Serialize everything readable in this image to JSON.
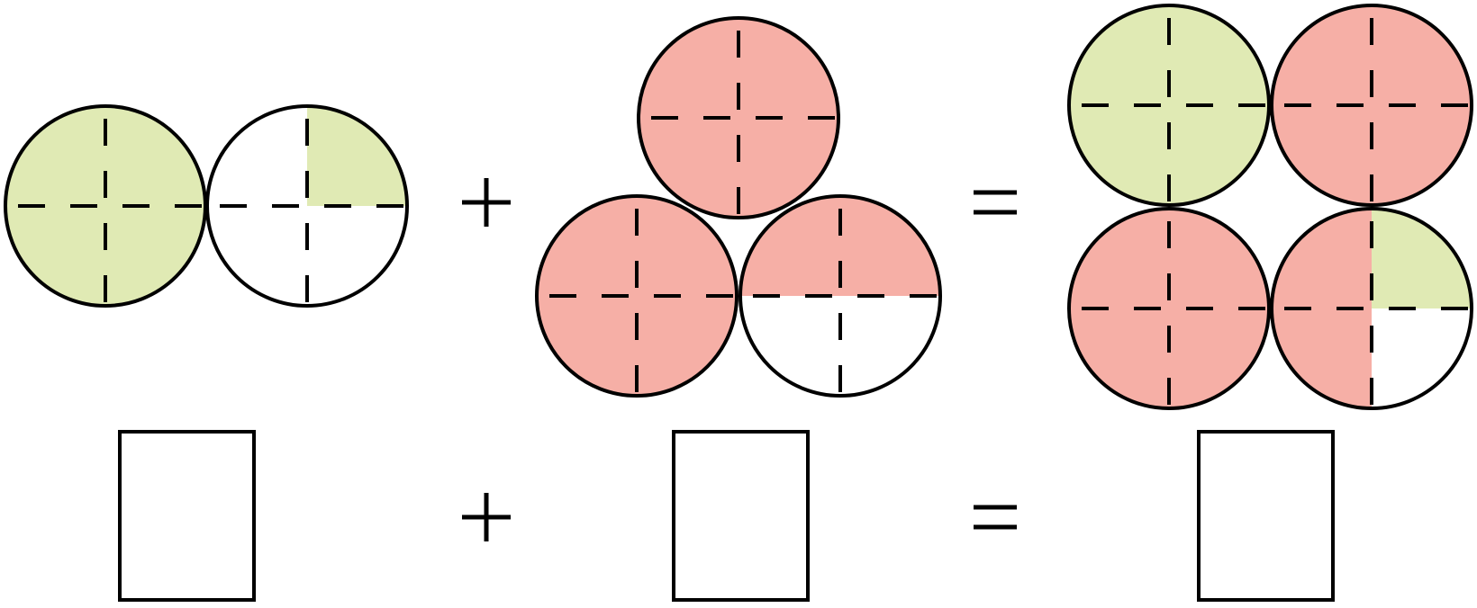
{
  "colors": {
    "green": "#e0eab4",
    "red": "#f6afa6",
    "outline": "#000000"
  },
  "operators": {
    "plus": "+",
    "equals": "="
  },
  "groups": [
    {
      "name": "first-addend",
      "shaded_fraction": "5/4",
      "circles": [
        {
          "color": "green",
          "quarters": [
            1,
            1,
            1,
            1
          ]
        },
        {
          "color": "green",
          "quarters": [
            1,
            0,
            0,
            0
          ]
        }
      ]
    },
    {
      "name": "second-addend",
      "shaded_fraction": "10/4",
      "circles": [
        {
          "color": "red",
          "quarters": [
            1,
            1,
            1,
            1
          ]
        },
        {
          "color": "red",
          "quarters": [
            1,
            1,
            1,
            1
          ]
        },
        {
          "color": "red",
          "quarters": [
            1,
            0,
            0,
            1
          ]
        }
      ]
    },
    {
      "name": "sum",
      "shaded_fraction": "15/4",
      "circles": [
        {
          "quarter_colors": [
            "green",
            "green",
            "green",
            "green"
          ]
        },
        {
          "quarter_colors": [
            "red",
            "red",
            "red",
            "red"
          ]
        },
        {
          "quarter_colors": [
            "red",
            "red",
            "red",
            "red"
          ]
        },
        {
          "quarter_colors": [
            "green",
            "none",
            "red",
            "red"
          ]
        }
      ]
    }
  ],
  "answer_boxes": [
    "",
    "",
    ""
  ]
}
